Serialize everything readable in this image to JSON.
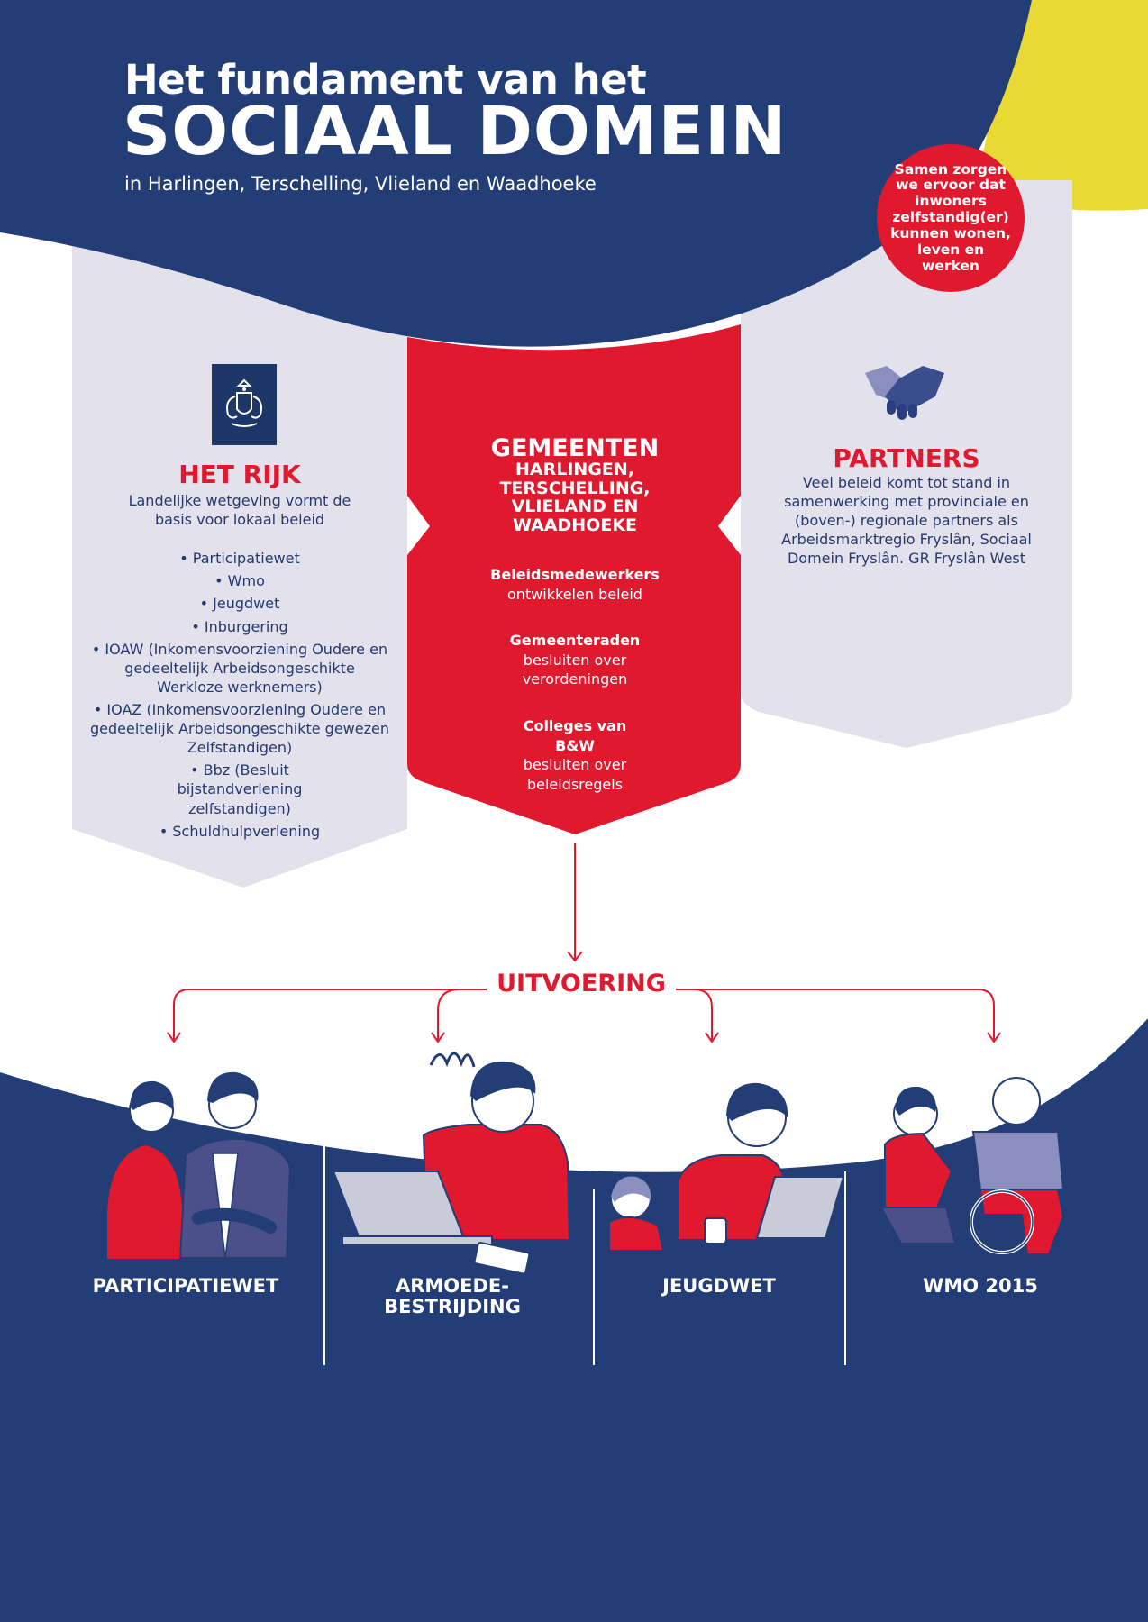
{
  "header": {
    "title_line1": "Het fundament van het",
    "title_line2": "SOCIAAL DOMEIN",
    "subtitle": "in Harlingen, Terschelling, Vlieland en Waadhoeke"
  },
  "badge": {
    "text": "Samen zorgen we ervoor dat inwoners zelfstandig(er) kunnen wonen, leven en werken"
  },
  "rijk": {
    "icon": "coat-of-arms-icon",
    "title": "HET RIJK",
    "intro": "Landelijke wetgeving vormt de basis voor lokaal beleid",
    "laws": [
      "• Participatiewet",
      "• Wmo",
      "• Jeugdwet",
      "• Inburgering",
      "• IOAW (Inkomensvoorziening Oudere en gedeeltelijk Arbeidsongeschikte Werkloze werknemers)",
      "• IOAZ (Inkomensvoorziening Oudere en gedeeltelijk Arbeidsongeschikte gewezen Zelfstandigen)",
      "• Bbz (Besluit bijstandverlening zelfstandigen)",
      "• Schuldhulpverlening"
    ]
  },
  "gemeenten": {
    "title": "GEMEENTEN",
    "subtitle": "HARLINGEN, TERSCHELLING, VLIELAND EN WAADHOEKE",
    "roles": [
      {
        "who": "Beleidsmedewerkers",
        "what": "ontwikkelen beleid"
      },
      {
        "who": "Gemeenteraden",
        "what": "besluiten over verordeningen"
      },
      {
        "who": "Colleges van B&W",
        "what": "besluiten over beleidsregels"
      }
    ]
  },
  "partners": {
    "icon": "handshake-icon",
    "title": "PARTNERS",
    "text": "Veel beleid komt tot stand in samenwerking met provinciale en (boven-) regionale partners als Arbeidsmarktregio Fryslân, Sociaal Domein Fryslân. GR Fryslân West"
  },
  "uitvoering": {
    "label": "UITVOERING",
    "categories": [
      "PARTICIPATIEWET",
      "ARMOEDE-\nBESTRIJDING",
      "JEUGDWET",
      "WMO 2015"
    ]
  },
  "colors": {
    "navy": "#233d77",
    "red": "#e0192f",
    "yellow": "#e8d934",
    "light_gray": "#e2e1ec"
  }
}
